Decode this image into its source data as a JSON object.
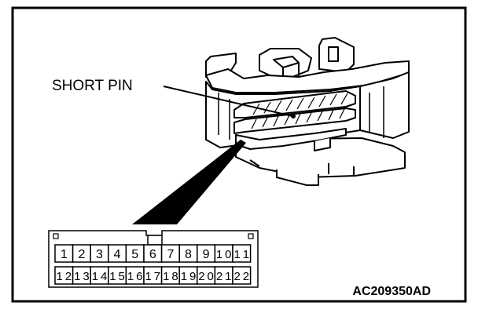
{
  "label": "SHORT PIN",
  "code": "AC209350AD",
  "pins": {
    "top": [
      "1",
      "2",
      "3",
      "4",
      "5",
      "6",
      "7",
      "8",
      "9",
      "10",
      "11"
    ],
    "bottom": [
      "12",
      "13",
      "14",
      "15",
      "16",
      "17",
      "18",
      "19",
      "20",
      "21",
      "22"
    ]
  }
}
